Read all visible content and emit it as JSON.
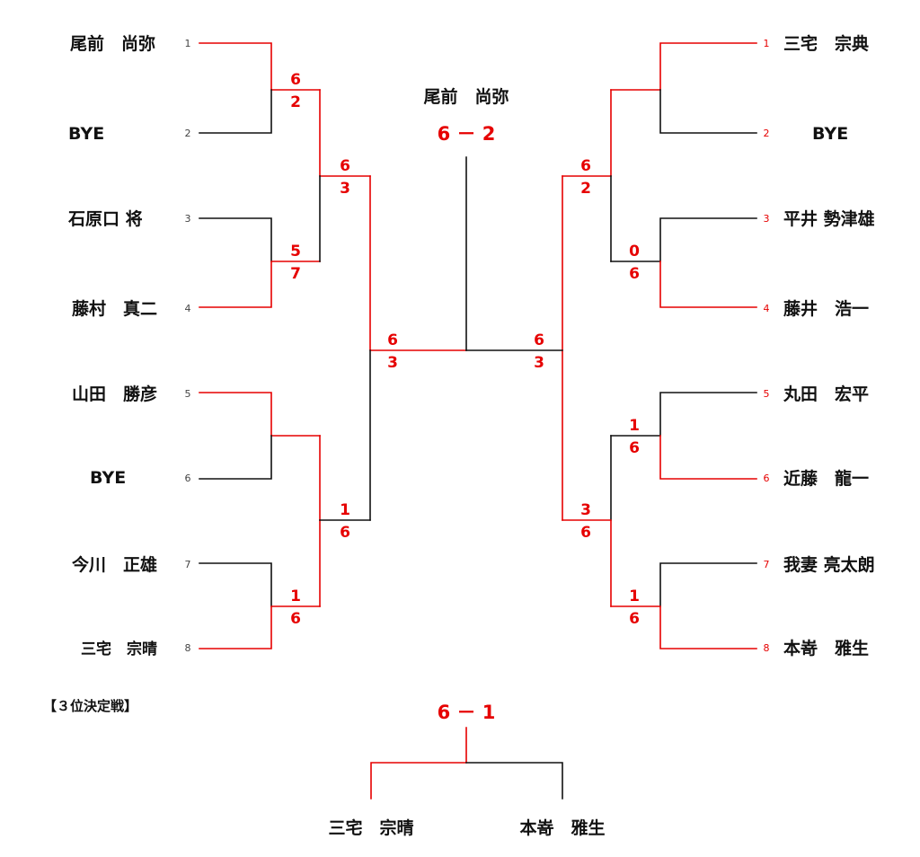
{
  "champion": {
    "name": "尾前　尚弥",
    "score": "6 － 2"
  },
  "left": {
    "players": [
      {
        "seed": "1",
        "name": "尾前　尚弥"
      },
      {
        "seed": "2",
        "name": "BYE"
      },
      {
        "seed": "3",
        "name": "石原口 将"
      },
      {
        "seed": "4",
        "name": "藤村　真二"
      },
      {
        "seed": "5",
        "name": "山田　勝彦"
      },
      {
        "seed": "6",
        "name": "BYE"
      },
      {
        "seed": "7",
        "name": "今川　正雄"
      },
      {
        "seed": "8",
        "name": "三宅　宗晴"
      }
    ],
    "round1": [
      {
        "top": "6",
        "bottom": "2"
      },
      {
        "top": "5",
        "bottom": "7"
      },
      {
        "top": "",
        "bottom": ""
      },
      {
        "top": "1",
        "bottom": "6"
      }
    ],
    "round2": [
      {
        "top": "6",
        "bottom": "3"
      },
      {
        "top": "1",
        "bottom": "6"
      }
    ],
    "semifinal": {
      "top": "6",
      "bottom": "3"
    }
  },
  "right": {
    "players": [
      {
        "seed": "1",
        "name": "三宅　宗典"
      },
      {
        "seed": "2",
        "name": "BYE"
      },
      {
        "seed": "3",
        "name": "平井 勢津雄"
      },
      {
        "seed": "4",
        "name": "藤井　浩一"
      },
      {
        "seed": "5",
        "name": "丸田　宏平"
      },
      {
        "seed": "6",
        "name": "近藤　龍一"
      },
      {
        "seed": "7",
        "name": "我妻 亮太朗"
      },
      {
        "seed": "8",
        "name": "本嵜　雅生"
      }
    ],
    "round1": [
      {
        "top": "",
        "bottom": ""
      },
      {
        "top": "0",
        "bottom": "6"
      },
      {
        "top": "1",
        "bottom": "6"
      },
      {
        "top": "1",
        "bottom": "6"
      }
    ],
    "round2": [
      {
        "top": "6",
        "bottom": "2"
      },
      {
        "top": "3",
        "bottom": "6"
      }
    ],
    "semifinal": {
      "top": "6",
      "bottom": "3"
    }
  },
  "third_place": {
    "title": "【３位決定戦】",
    "score": "6 － 1",
    "left_name": "三宅　宗晴",
    "right_name": "本嵜　雅生"
  },
  "colors": {
    "winner_line": "#e60000",
    "loser_line": "#111111",
    "score": "#e60000"
  }
}
